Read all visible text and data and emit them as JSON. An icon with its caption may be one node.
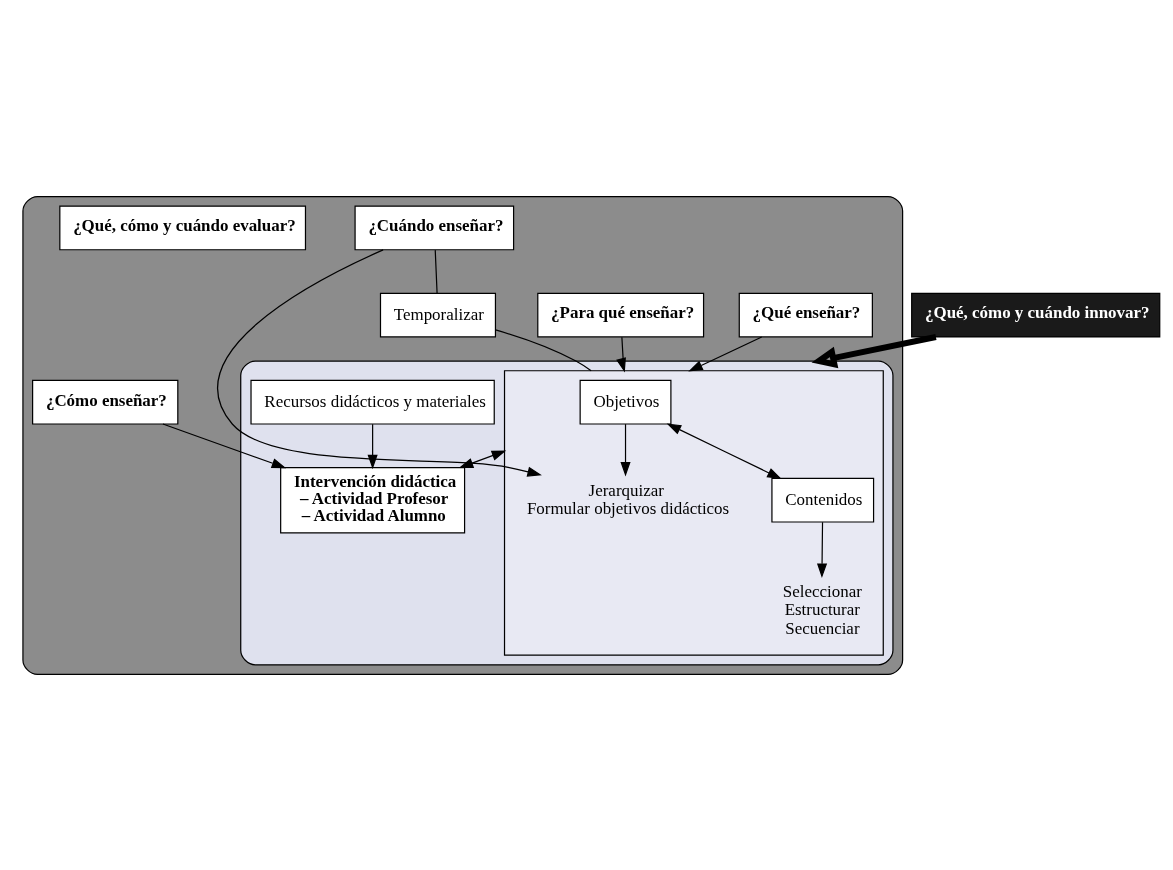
{
  "diagram": {
    "nodes": [
      {
        "text": [],
        "shape": "ellipse"
      },
      {
        "text": [],
        "shape": "ellipse",
        "in": 0
      },
      {
        "text": [
          "¿Para qué enseñar?"
        ],
        "in": 0
      },
      {
        "text": [],
        "shape": "box",
        "in": 1
      },
      {
        "text": [
          "Objetivos"
        ],
        "in": 3
      },
      {
        "text": [
          "Jerarquizar",
          "Formular objetivos didácticos"
        ],
        "in": 3
      },
      {
        "text": [
          "Contenidos"
        ],
        "in": 3
      },
      {
        "text": [
          "Seleccionar",
          "Estructurar",
          "Secuenciar"
        ],
        "in": 3
      },
      {
        "text": [
          "¿Cuándo enseñar?"
        ],
        "in": 0
      },
      {
        "text": [
          "Temporalizar"
        ],
        "in": 0
      },
      {
        "text": [
          "¿Qué enseñar?"
        ],
        "in": 0
      },
      {
        "text": [
          "Recursos didácticos y materiales"
        ],
        "in": 1
      },
      {
        "text": [
          "Intervención didáctica",
          "– Actividad Profesor",
          "– Actividad Alumno"
        ],
        "in": 1
      },
      {
        "text": [
          "¿Cómo enseñar?"
        ],
        "in": 0
      },
      {
        "text": [
          "¿Qué, cómo y cuándo evaluar?"
        ],
        "in": 0
      },
      {
        "text": [
          "¿Qué, cómo y cuándo innovar?"
        ]
      }
    ],
    "edges": [
      {
        "from": 2,
        "to": 3,
        "arrow": "to"
      },
      {
        "from": 4,
        "to": 5,
        "arrow": "to"
      },
      {
        "from": 8,
        "to": 5,
        "arrow": "to"
      },
      {
        "from": 4,
        "to": 6,
        "arrow": "both"
      },
      {
        "from": 10,
        "to": 3,
        "arrow": "to"
      },
      {
        "from": 6,
        "to": 7,
        "arrow": "to"
      },
      {
        "from": 8,
        "to": 9,
        "arrow": "none"
      },
      {
        "from": 9,
        "to": 3,
        "arrow": "none"
      },
      {
        "from": 3,
        "to": 12,
        "arrow": "both"
      },
      {
        "from": 13,
        "to": 12,
        "arrow": "to"
      },
      {
        "from": 11,
        "to": 12,
        "arrow": "to"
      },
      {
        "from": 15,
        "to": 1,
        "arrow": "to",
        "style": "thick"
      }
    ]
  }
}
